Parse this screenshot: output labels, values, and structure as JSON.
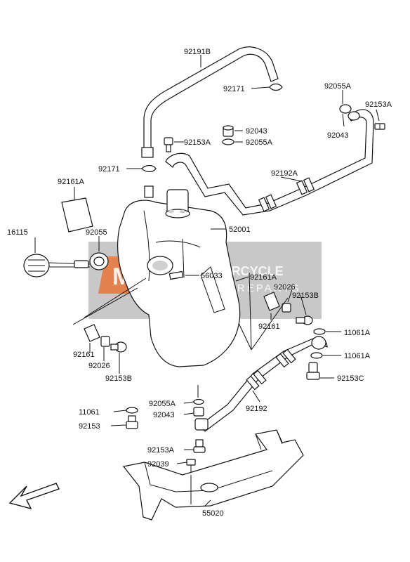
{
  "labels": {
    "p92191B": "92191B",
    "p92171_top": "92171",
    "p92055A_top": "92055A",
    "p92153A_top_right": "92153A",
    "p92043_right": "92043",
    "p92043_mid": "92043",
    "p92153A_mid": "92153A",
    "p92055A_mid": "92055A",
    "p92171_mid": "92171",
    "p92192A": "92192A",
    "p92161A_left": "92161A",
    "p16115": "16115",
    "p92055": "92055",
    "p52001": "52001",
    "p56033": "56033",
    "p92161A_right": "92161A",
    "p92026_right": "92026",
    "p92153B_right": "92153B",
    "p92161_right": "92161",
    "p11061A_1": "11061A",
    "p11061A_2": "11061A",
    "p92153C": "92153C",
    "p92161_left": "92161",
    "p92026_left": "92026",
    "p92153B_left": "92153B",
    "p92055A_low": "92055A",
    "p92043_low": "92043",
    "p11061": "11061",
    "p92153": "92153",
    "p92192": "92192",
    "p92153A_low": "92153A",
    "p92039": "92039",
    "p55020": "55020"
  },
  "watermark": {
    "line1": "MOTORCYCLE",
    "line2": "SPAREPARTS",
    "badge": "MSP"
  },
  "colors": {
    "watermark_bg": "#9a9a9a",
    "badge": "#e8763a",
    "ink": "#111111"
  }
}
